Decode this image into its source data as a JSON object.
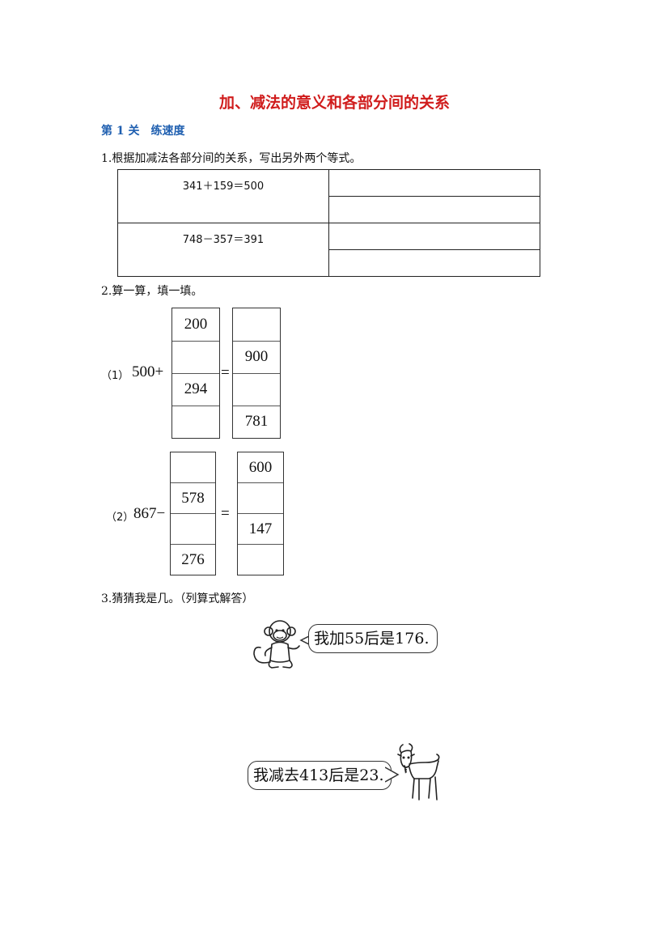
{
  "title": "加、减法的意义和各部分间的关系",
  "section": "第 1 关　练速度",
  "q1": {
    "prompt": "1.根据加减法各部分间的关系，写出另外两个等式。",
    "rows": [
      {
        "equation": "341＋159＝500",
        "answers": [
          "",
          ""
        ]
      },
      {
        "equation": "748－357＝391",
        "answers": [
          "",
          ""
        ]
      }
    ]
  },
  "q2": {
    "prompt": "2.算一算，填一填。",
    "part1": {
      "label": "（1）",
      "expr": "500+",
      "eq": "=",
      "left_column": [
        "200",
        "",
        "294",
        ""
      ],
      "right_column": [
        "",
        "900",
        "",
        "781"
      ]
    },
    "part2": {
      "label": "（2）",
      "expr": "867−",
      "eq": "=",
      "left_column": [
        "",
        "578",
        "",
        "276"
      ],
      "right_column": [
        "600",
        "",
        "147",
        ""
      ]
    }
  },
  "q3": {
    "prompt": "3.猜猜我是几。（列算式解答）",
    "monkey_says": "我加55后是176.",
    "goat_says": "我减去413后是23."
  }
}
